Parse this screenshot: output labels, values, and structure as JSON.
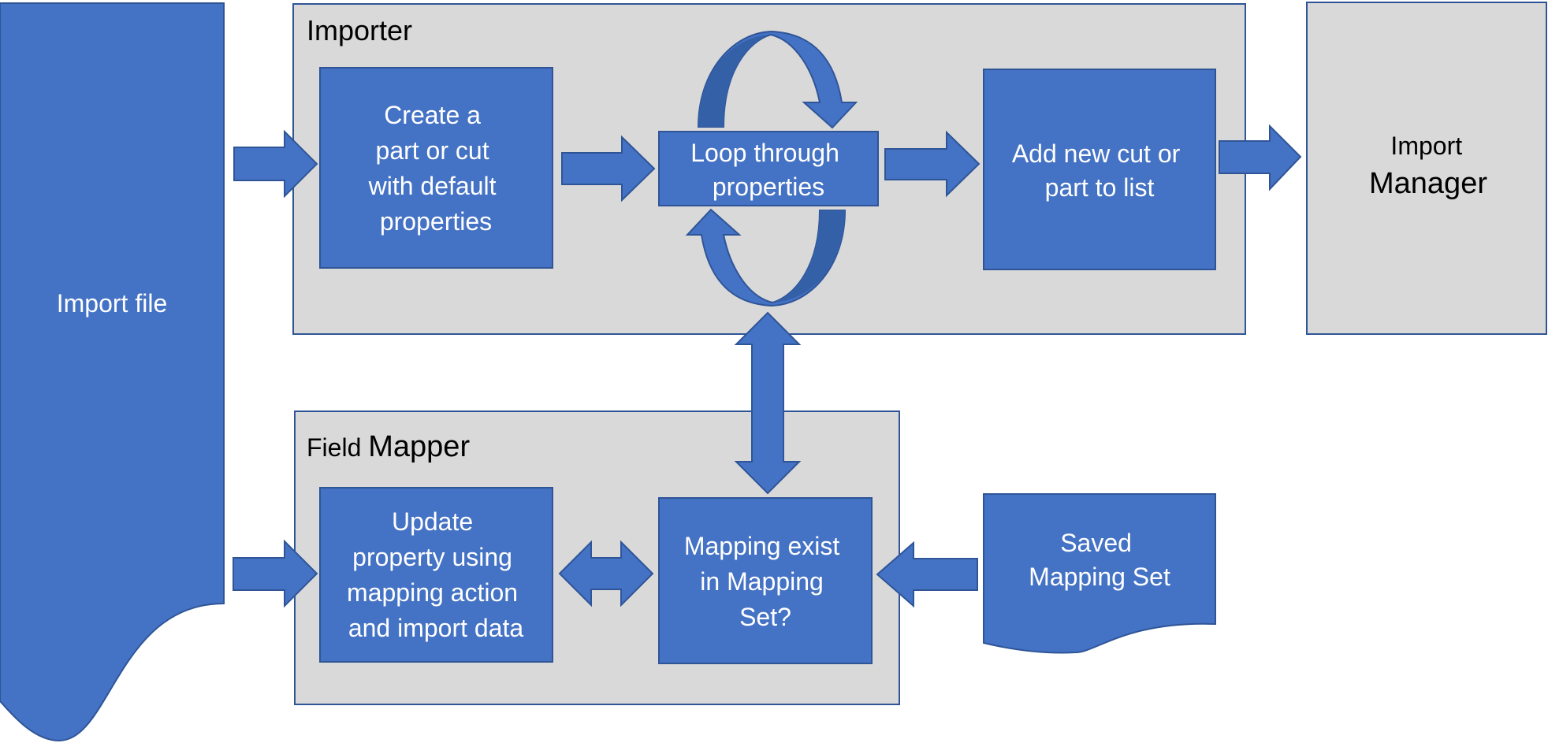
{
  "colors": {
    "blue": "#4472C4",
    "blue_dark": "#3460A8",
    "blue_border": "#2F5597",
    "panel": "#D9D9D9",
    "white": "#FFFFFF",
    "text_dark": "#000000"
  },
  "import_file": {
    "label": "Import file"
  },
  "importer": {
    "label": "Importer",
    "create": {
      "lines": [
        "Create a",
        "part or cut",
        "with default",
        "properties"
      ]
    },
    "loop": {
      "lines": [
        "Loop through",
        "properties"
      ]
    },
    "add": {
      "lines": [
        "Add new cut or",
        "part to list"
      ]
    }
  },
  "import_manager": {
    "lines": [
      "Import",
      "Manager"
    ]
  },
  "field_mapper": {
    "label_part1": "Field ",
    "label_part2": "Mapper",
    "update": {
      "lines": [
        "Update",
        "property using",
        "mapping action",
        "and import data"
      ]
    },
    "mapping": {
      "lines": [
        "Mapping exist",
        "in Mapping",
        "Set?"
      ]
    }
  },
  "saved_set": {
    "lines": [
      "Saved",
      "Mapping Set"
    ]
  }
}
